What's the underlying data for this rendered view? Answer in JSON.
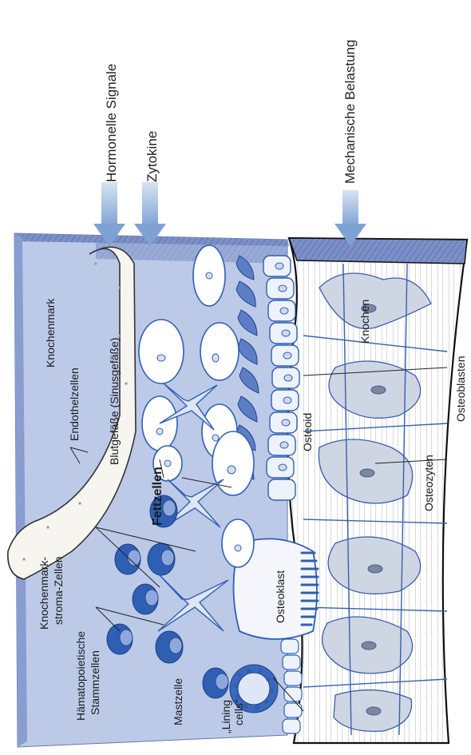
{
  "signals": {
    "hormonal": "Hormonelle Signale",
    "cytokines": "Zytokine",
    "mechanical": "Mechanische Belastung"
  },
  "labels": {
    "bone_marrow": "Knochenmark",
    "blood_vessels": "Blutgefäße (Sinusgefäße)",
    "endothelial": "Endothelzellen",
    "fat_cells": "Fettzellen",
    "stroma_line1": "Knochenmark-",
    "stroma_line2": "stroma-Zellen",
    "hsc_line1": "Hämatopoietische",
    "hsc_line2": "Stammzellen",
    "mast_cell": "Mastzelle",
    "lining_line1": "„Lining",
    "lining_line2": "cells“",
    "osteoclast": "Osteoklast",
    "osteoid": "Osteoid",
    "bone": "Knochen",
    "osteoblasts": "Osteoblasten",
    "osteocytes": "Osteozyten"
  },
  "colors": {
    "marrow": "#b9c6e6",
    "marrow_top": "#7f93c8",
    "cell_blue": "#2f5fb3",
    "arrow": "#8fb0dc",
    "line": "#1a3f8f"
  }
}
